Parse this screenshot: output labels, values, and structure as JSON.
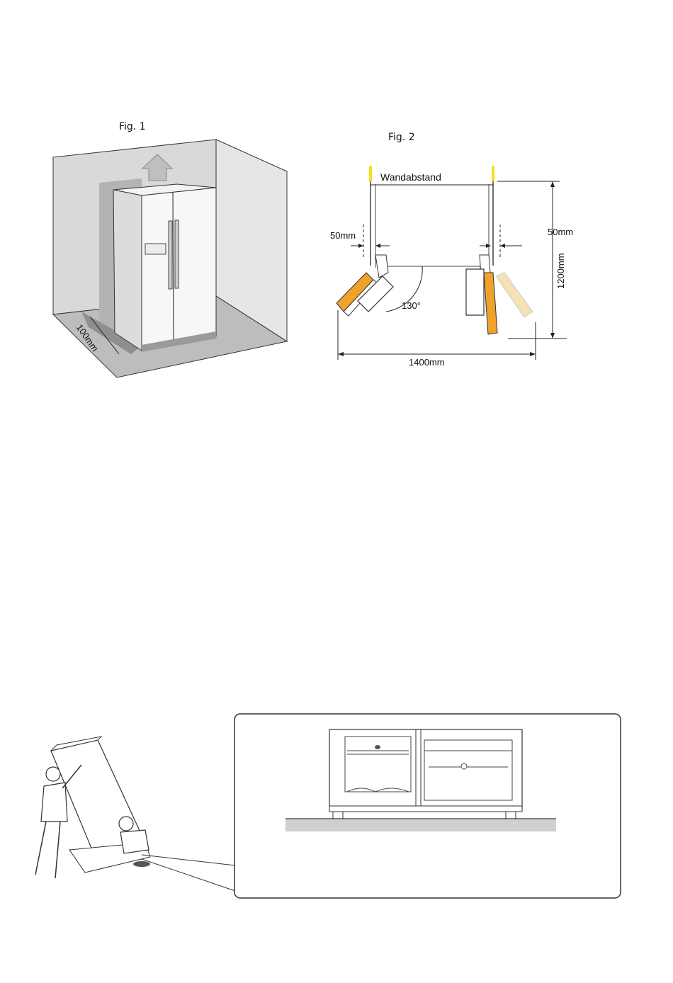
{
  "figures": {
    "fig1": {
      "title": "Fig. 1",
      "side_clearance": "100mm"
    },
    "fig2": {
      "title": "Fig. 2",
      "wall_distance_label": "Wandabstand",
      "left_gap": "50mm",
      "right_gap": "50mm",
      "door_angle": "130°",
      "depth": "1200mm",
      "width": "1400mm"
    }
  },
  "colors": {
    "door_orange": "#f0a32a",
    "marker_yellow": "#f4e21e",
    "wall_grey": "#d8d8d8",
    "floor_grey": "#bdbdbd"
  }
}
